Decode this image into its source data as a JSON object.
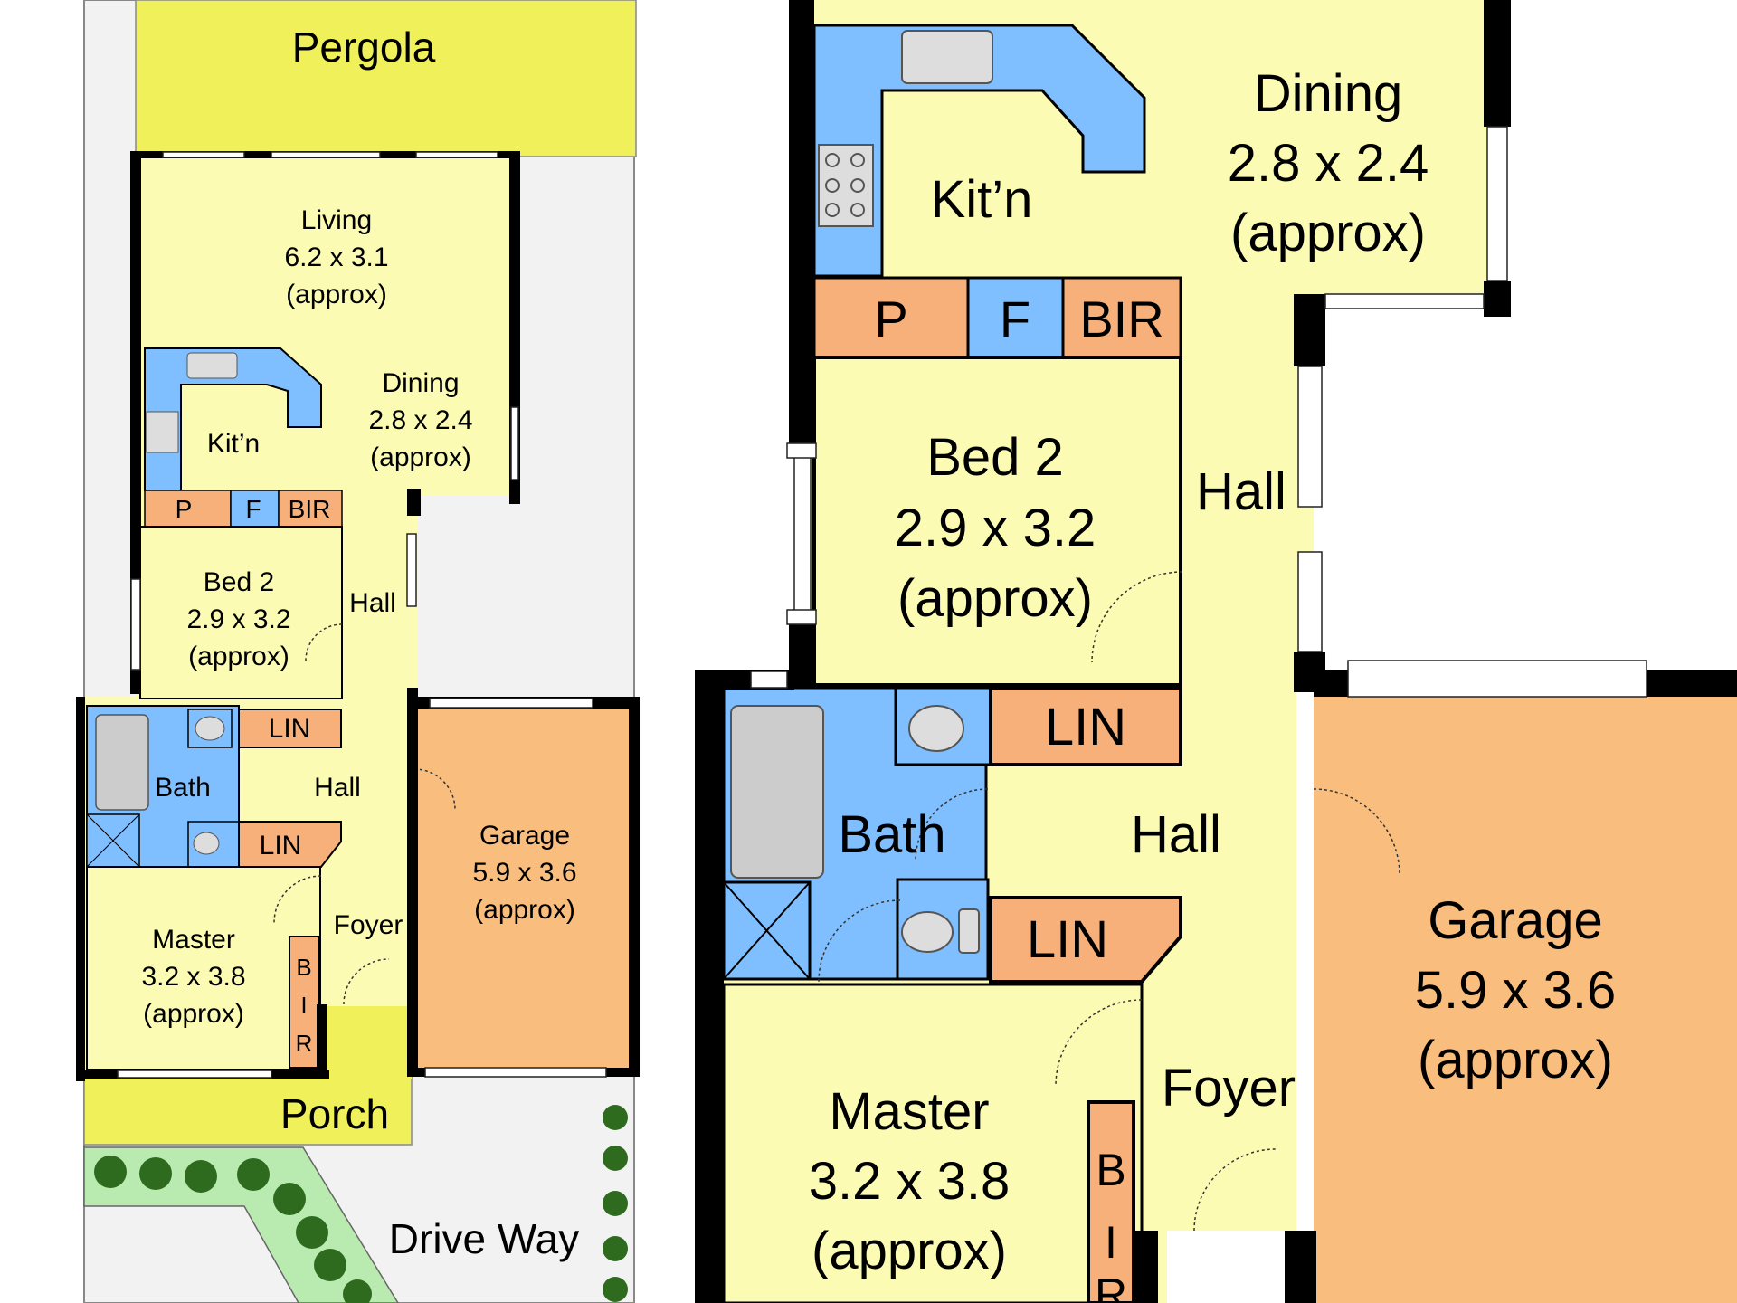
{
  "overview": {
    "pergola": "Pergola",
    "living": {
      "name": "Living",
      "size": "6.2 x 3.1",
      "note": "(approx)"
    },
    "dining": {
      "name": "Dining",
      "size": "2.8 x 2.4",
      "note": "(approx)"
    },
    "kitchen": "Kit’n",
    "pantry": "P",
    "fridge": "F",
    "bir_small": "BIR",
    "bed2": {
      "name": "Bed 2",
      "size": "2.9 x 3.2",
      "note": "(approx)"
    },
    "hall_upper": "Hall",
    "hall_lower": "Hall",
    "lin1": "LIN",
    "lin2": "LIN",
    "bath": "Bath",
    "master": {
      "name": "Master",
      "size": "3.2 x 3.8",
      "note": "(approx)"
    },
    "bir_b": "B",
    "bir_i": "I",
    "bir_r": "R",
    "foyer": "Foyer",
    "garage": {
      "name": "Garage",
      "size": "5.9 x 3.6",
      "note": "(approx)"
    },
    "porch": "Porch",
    "driveway": "Drive Way"
  },
  "detail": {
    "dining": {
      "name": "Dining",
      "size": "2.8 x 2.4",
      "note": "(approx)"
    },
    "kitchen": "Kit’n",
    "pantry": "P",
    "fridge": "F",
    "bir_small": "BIR",
    "bed2": {
      "name": "Bed 2",
      "size": "2.9 x 3.2",
      "note": "(approx)"
    },
    "hall_upper": "Hall",
    "hall_lower": "Hall",
    "lin1": "LIN",
    "lin2": "LIN",
    "bath": "Bath",
    "master": {
      "name": "Master",
      "size": "3.2 x 3.8",
      "note": "(approx)"
    },
    "bir_b": "B",
    "bir_i": "I",
    "bir_r": "R",
    "foyer": "Foyer",
    "garage": {
      "name": "Garage",
      "size": "5.9 x 3.6",
      "note": "(approx)"
    }
  },
  "colors": {
    "room": "#FBFBB4",
    "pergola": "#F0F05A",
    "wet": "#7FBFFF",
    "storage": "#F7B07A",
    "garage": "#F9BE7E",
    "ground": "#F2F2F2",
    "wall": "#000000"
  }
}
